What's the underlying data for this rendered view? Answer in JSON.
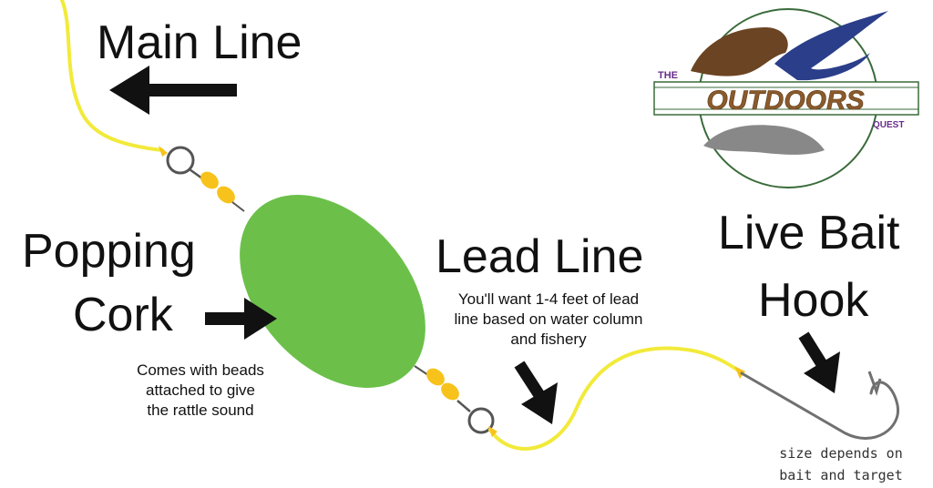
{
  "labels": {
    "main_line": "Main Line",
    "popping_cork_1": "Popping",
    "popping_cork_2": "Cork",
    "cork_note_1": "Comes with beads",
    "cork_note_2": "attached to give",
    "cork_note_3": "the rattle sound",
    "lead_line": "Lead Line",
    "lead_note_1": "You'll want 1-4 feet of lead",
    "lead_note_2": "line based on water column",
    "lead_note_3": "and fishery",
    "live_bait_1": "Live Bait",
    "live_bait_2": "Hook",
    "hook_note_1": "size depends on",
    "hook_note_2": "bait and target"
  },
  "logo": {
    "the": "THE",
    "name": "OUTDOORS",
    "quest": "QUEST"
  },
  "colors": {
    "line": "#f2ea3a",
    "cork": "#6cc04a",
    "bead": "#f7c21b",
    "swivel": "#555555",
    "hook": "#707070",
    "arrow": "#111111",
    "logo_brown": "#8b5a2b",
    "logo_purple": "#6a2c8a",
    "logo_green": "#3a6b3a"
  }
}
